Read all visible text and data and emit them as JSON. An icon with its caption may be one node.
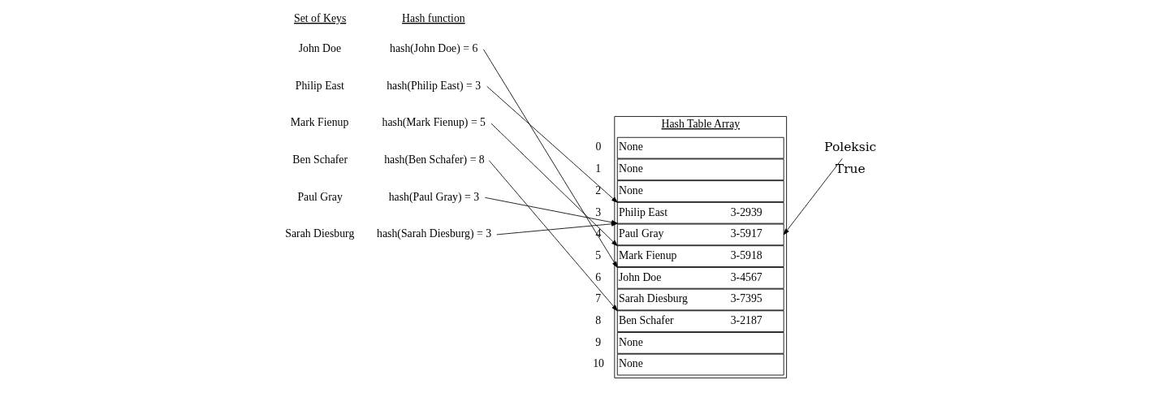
{
  "diagram": {
    "nodes": [
      {
        "text": [
          "John Doe"
        ]
      },
      {
        "text": [
          "Philip East"
        ]
      },
      {
        "text": [
          "Mark Fienup"
        ]
      },
      {
        "text": [
          "Ben Schafer"
        ]
      },
      {
        "text": [
          "Paul Gray"
        ]
      },
      {
        "text": [
          "Sarah Diesburg"
        ]
      },
      {
        "text": [
          "hash(John Doe) = 6"
        ]
      },
      {
        "text": [
          "hash(Philip East) = 3"
        ]
      },
      {
        "text": [
          "hash(Mark Fienup) = 5"
        ]
      },
      {
        "text": [
          "hash(Ben Schafer) = 8"
        ]
      },
      {
        "text": [
          "hash(Paul Gray) = 3"
        ]
      },
      {
        "text": [
          "hash(Sarah Diesburg) = 3"
        ]
      },
      {
        "text": [
          "Hash Table Array"
        ]
      },
      {
        "text": [
          "None"
        ],
        "in": 12,
        "beside": [
          "0"
        ]
      },
      {
        "text": [
          "None"
        ],
        "in": 12,
        "beside": [
          "1"
        ]
      },
      {
        "text": [
          "None"
        ],
        "in": 12,
        "beside": [
          "2"
        ]
      },
      {
        "text": [
          "Philip East",
          "3-2939"
        ],
        "in": 12,
        "beside": [
          "3"
        ]
      },
      {
        "text": [
          "Paul Gray",
          "3-5917"
        ],
        "in": 12,
        "beside": [
          "4"
        ]
      },
      {
        "text": [
          "Mark Fienup",
          "3-5918"
        ],
        "in": 12,
        "beside": [
          "5"
        ]
      },
      {
        "text": [
          "John Doe",
          "3-4567"
        ],
        "in": 12,
        "beside": [
          "6"
        ]
      },
      {
        "text": [
          "Sarah Diesburg",
          "3-7395"
        ],
        "in": 12,
        "beside": [
          "7"
        ]
      },
      {
        "text": [
          "Ben Schafer",
          "3-2187"
        ],
        "in": 12,
        "beside": [
          "8"
        ]
      },
      {
        "text": [
          "None"
        ],
        "in": 12,
        "beside": [
          "9"
        ]
      },
      {
        "text": [
          "None"
        ],
        "in": 12,
        "beside": [
          "10"
        ]
      },
      {
        "text": [
          "Poleksic"
        ]
      }
    ],
    "edges": [
      {
        "from": 6,
        "to": 19,
        "arrow": "to"
      },
      {
        "from": 7,
        "to": 16,
        "arrow": "to"
      },
      {
        "from": 8,
        "to": 18,
        "arrow": "to"
      },
      {
        "from": 9,
        "to": 21,
        "arrow": "to"
      },
      {
        "from": 10,
        "to": 16,
        "arrow": "to"
      },
      {
        "from": 11,
        "to": 16,
        "arrow": "to"
      },
      {
        "from": 24,
        "to": 17,
        "arrow": "to"
      }
    ],
    "labels": [
      "Set of Keys",
      "Hash function",
      "True"
    ]
  }
}
